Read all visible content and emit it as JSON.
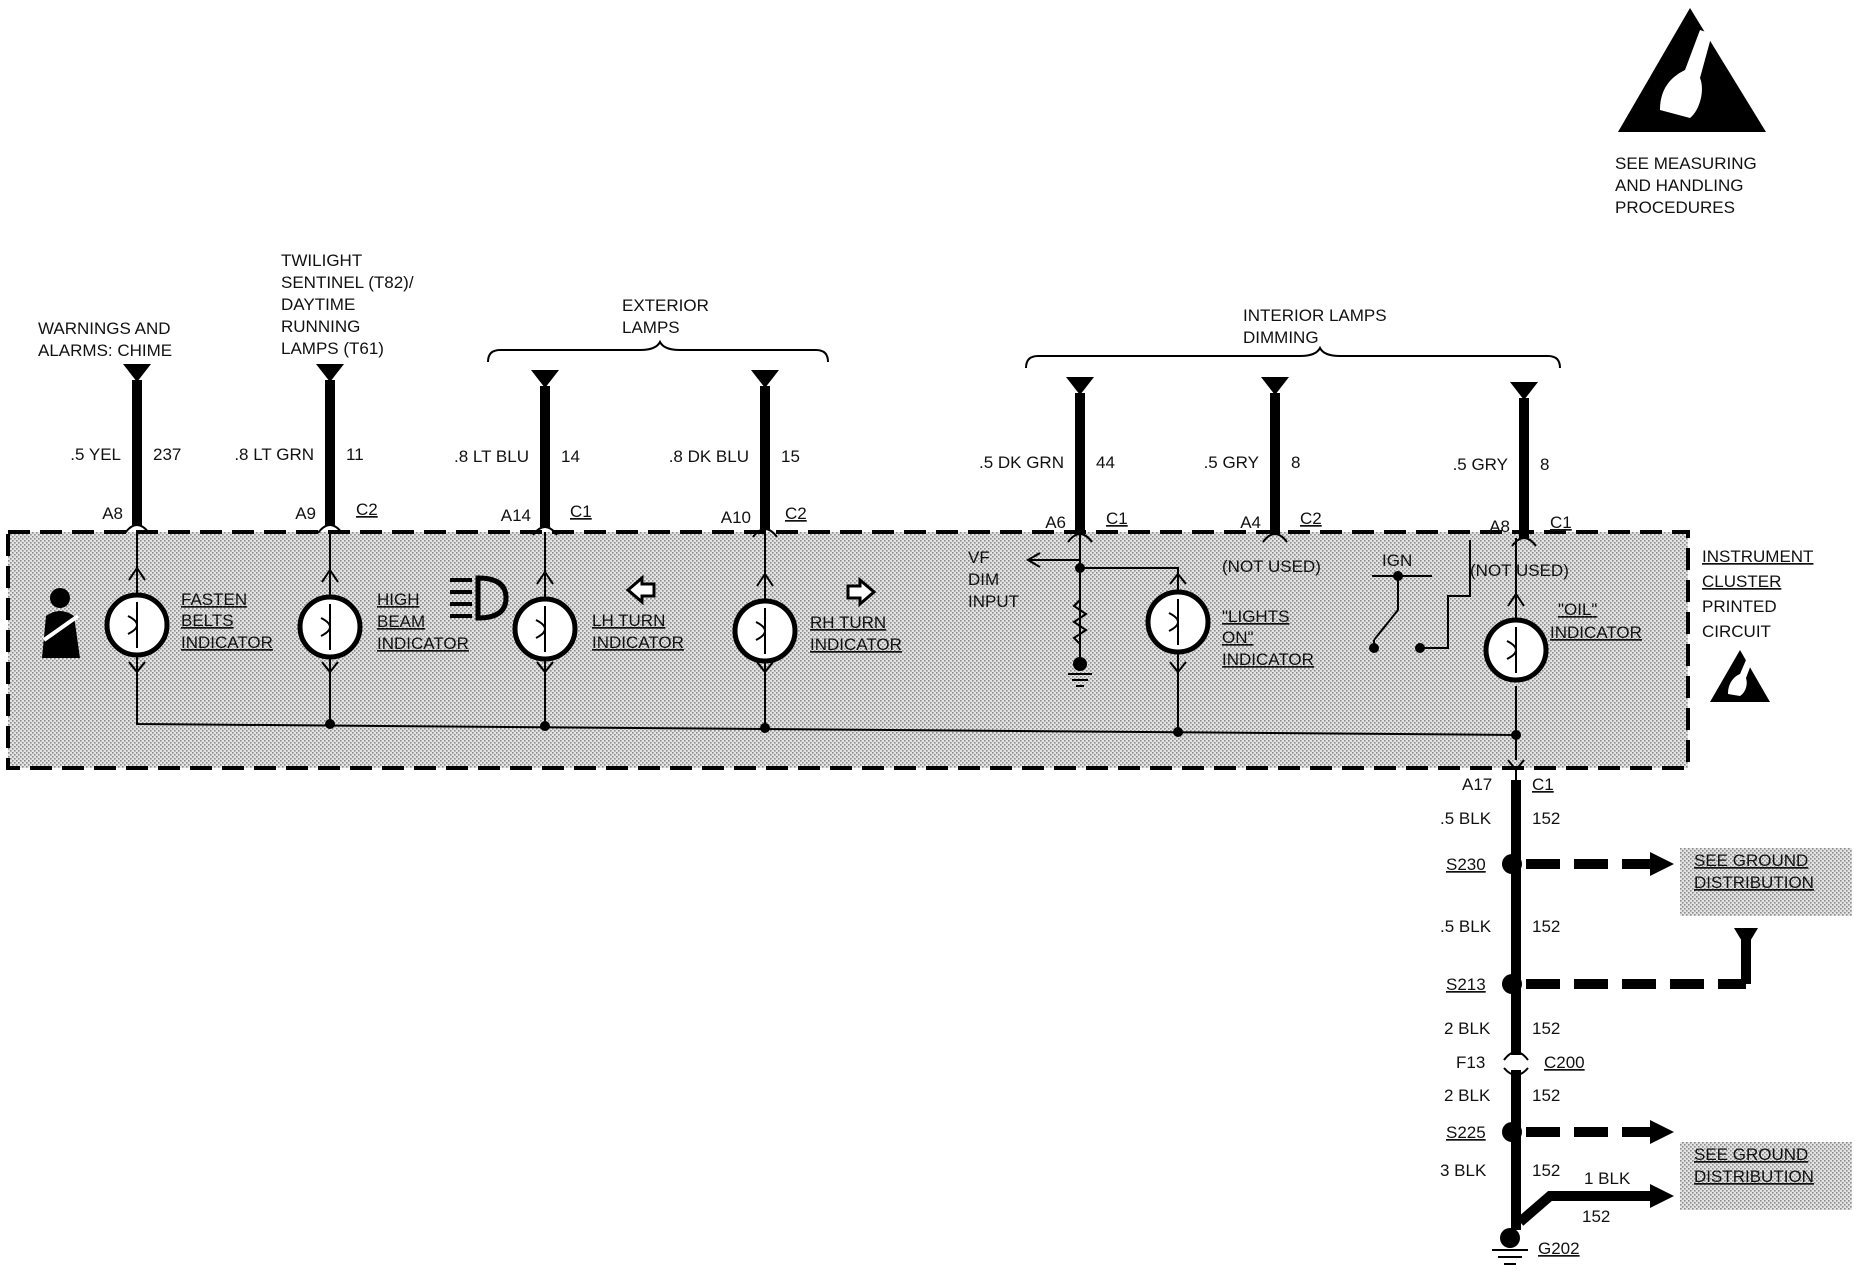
{
  "esd_notice": {
    "line1": "SEE MEASURING",
    "line2": "AND HANDLING",
    "line3": "PROCEDURES"
  },
  "sources": {
    "chime": {
      "line1": "WARNINGS  AND",
      "line2": "ALARMS: CHIME"
    },
    "twilight": {
      "line1": "TWILIGHT",
      "line2": "SENTINEL (T82)/",
      "line3": "DAYTIME",
      "line4": "RUNNING",
      "line5": "LAMPS (T61)"
    },
    "exterior": {
      "line1": "EXTERIOR",
      "line2": "LAMPS"
    },
    "interior": {
      "line1": "INTERIOR LAMPS",
      "line2": "DIMMING"
    }
  },
  "wires": [
    {
      "gauge": ".5 YEL",
      "circuit": "237",
      "pin": "A8",
      "connector": ""
    },
    {
      "gauge": ".8 LT GRN",
      "circuit": "11",
      "pin": "A9",
      "connector": "C2"
    },
    {
      "gauge": ".8 LT BLU",
      "circuit": "14",
      "pin": "A14",
      "connector": "C1"
    },
    {
      "gauge": ".8 DK BLU",
      "circuit": "15",
      "pin": "A10",
      "connector": "C2"
    },
    {
      "gauge": ".5 DK GRN",
      "circuit": "44",
      "pin": "A6",
      "connector": "C1"
    },
    {
      "gauge": ".5 GRY",
      "circuit": "8",
      "pin": "A4",
      "connector": "C2"
    },
    {
      "gauge": ".5 GRY",
      "circuit": "8",
      "pin": "A8",
      "connector": "C1"
    }
  ],
  "cluster": {
    "line1": "INSTRUMENT",
    "line2": "CLUSTER",
    "line3": "PRINTED",
    "line4": "CIRCUIT"
  },
  "indicators": {
    "fasten": {
      "line1": "FASTEN",
      "line2": "BELTS",
      "line3": "INDICATOR"
    },
    "high_beam": {
      "line1": "HIGH",
      "line2": "BEAM",
      "line3": "INDICATOR"
    },
    "lh_turn": {
      "line1": "LH TURN",
      "line2": "INDICATOR"
    },
    "rh_turn": {
      "line1": "RH TURN",
      "line2": "INDICATOR"
    },
    "lights_on": {
      "line1": "\"LIGHTS",
      "line2": "ON\"",
      "line3": "INDICATOR"
    },
    "oil": {
      "line1": "\"OIL\"",
      "line2": "INDICATOR"
    }
  },
  "vf_dim": {
    "line1": "VF",
    "line2": "DIM",
    "line3": "INPUT"
  },
  "not_used_1": "(NOT USED)",
  "not_used_2": "(NOT USED)",
  "ign": "IGN",
  "ground_path": {
    "a17": "A17",
    "c1": "C1",
    "seg1_gauge": ".5 BLK",
    "seg1_circuit": "152",
    "s230": "S230",
    "seg2_gauge": ".5 BLK",
    "seg2_circuit": "152",
    "s213": "S213",
    "seg3_gauge": "2 BLK",
    "seg3_circuit": "152",
    "f13": "F13",
    "c200": "C200",
    "seg4_gauge": "2 BLK",
    "seg4_circuit": "152",
    "s225": "S225",
    "seg5_gauge": "3 BLK",
    "seg5_circuit": "152",
    "branch_gauge": "1 BLK",
    "branch_circuit": "152",
    "g202": "G202"
  },
  "ground_ref_1": {
    "line1": "SEE GROUND",
    "line2": "DISTRIBUTION"
  },
  "ground_ref_2": {
    "line1": "SEE GROUND",
    "line2": "DISTRIBUTION"
  }
}
